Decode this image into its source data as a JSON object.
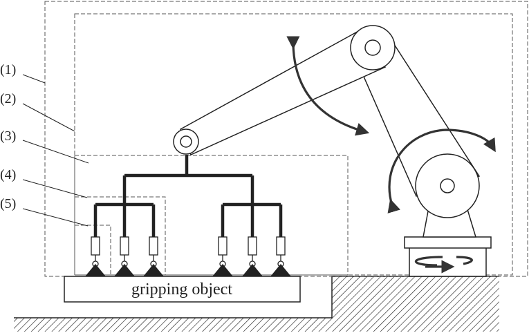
{
  "labels": {
    "region_1": "(1)",
    "region_2": "(2)",
    "region_3": "(3)",
    "region_4": "(4)",
    "region_5": "(5)",
    "object": "gripping object"
  },
  "colors": {
    "line": "#222222",
    "arrow": "#333333",
    "dashed": "#555555",
    "fill": "#ffffff"
  }
}
